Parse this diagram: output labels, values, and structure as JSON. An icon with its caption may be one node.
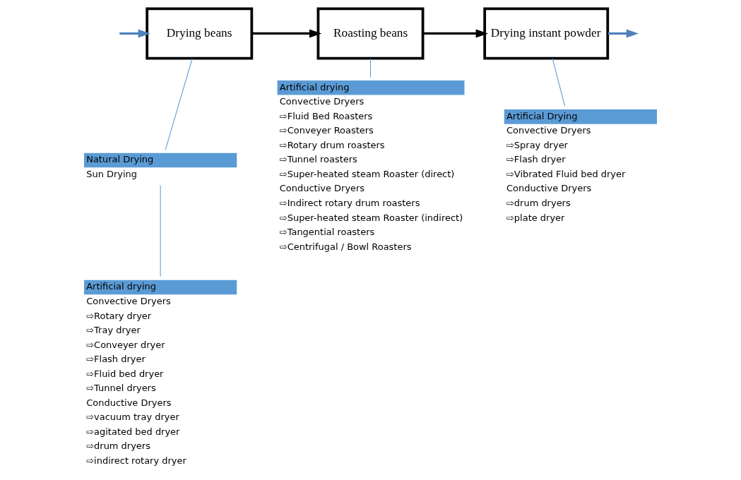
{
  "diagram": {
    "nodes": [
      {
        "text": [
          "Drying beans"
        ]
      },
      {
        "text": [
          "Roasting beans"
        ]
      },
      {
        "text": [
          "Drying instant powder"
        ]
      },
      {
        "text": [
          "Natural Drying"
        ],
        "beside": [
          "Sun Drying"
        ]
      },
      {
        "text": [
          "Artificial drying"
        ],
        "beside": [
          "Convective Dryers",
          "⇨Rotary dryer",
          "⇨Tray dryer",
          "⇨Conveyer dryer",
          "⇨Flash dryer",
          "⇨Fluid bed dryer",
          "⇨Tunnel dryers",
          "Conductive Dryers",
          "⇨vacuum tray dryer",
          "⇨agitated bed dryer",
          "⇨drum dryers",
          "⇨indirect rotary dryer"
        ]
      },
      {
        "text": [
          "Artificial drying"
        ],
        "beside": [
          "Convective Dryers",
          "⇨Fluid Bed Roasters",
          "⇨Conveyer Roasters",
          "⇨Rotary drum roasters",
          "⇨Tunnel roasters",
          "⇨Super-heated steam Roaster (direct)",
          "Conductive Dryers",
          "⇨Indirect rotary drum roasters",
          "⇨Super-heated steam Roaster (indirect)",
          "⇨Tangential roasters",
          "⇨Centrifugal / Bowl Roasters"
        ]
      },
      {
        "text": [
          "Artificial Drying"
        ],
        "beside": [
          "Convective Dryers",
          "⇨Spray dryer",
          "⇨Flash dryer",
          "⇨Vibrated Fluid bed dryer",
          "Conductive Dryers",
          "⇨drum dryers",
          "⇨plate dryer"
        ]
      }
    ],
    "edges": [
      {
        "from": null,
        "to": 0,
        "arrow": "to",
        "style": "thick",
        "color": "#4f81bd"
      },
      {
        "from": 0,
        "to": 1,
        "arrow": "to",
        "style": "thick",
        "color": "#000000"
      },
      {
        "from": 1,
        "to": 2,
        "arrow": "to",
        "style": "thick",
        "color": "#000000"
      },
      {
        "from": 2,
        "to": null,
        "arrow": "to",
        "style": "thick",
        "color": "#4f81bd"
      },
      {
        "from": 0,
        "to": 3,
        "arrow": "none",
        "color": "#5b9bd5"
      },
      {
        "from": 3,
        "to": 4,
        "arrow": "none",
        "color": "#5b9bd5"
      },
      {
        "from": 1,
        "to": 5,
        "arrow": "none",
        "color": "#5b9bd5"
      },
      {
        "from": 2,
        "to": 6,
        "arrow": "none",
        "color": "#5b9bd5"
      }
    ]
  }
}
